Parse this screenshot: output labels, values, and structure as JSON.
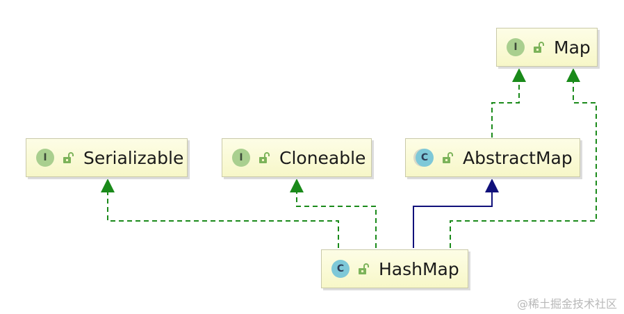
{
  "nodes": {
    "map": {
      "label": "Map",
      "kind": "I"
    },
    "serializable": {
      "label": "Serializable",
      "kind": "I"
    },
    "cloneable": {
      "label": "Cloneable",
      "kind": "I"
    },
    "abstract_map": {
      "label": "AbstractMap",
      "kind": "C"
    },
    "hash_map": {
      "label": "HashMap",
      "kind": "C"
    }
  },
  "edges": [
    {
      "from": "AbstractMap",
      "to": "Map",
      "relation": "implements",
      "style": "dashed",
      "color": "#1a8a1a"
    },
    {
      "from": "HashMap",
      "to": "Serializable",
      "relation": "implements",
      "style": "dashed",
      "color": "#1a8a1a"
    },
    {
      "from": "HashMap",
      "to": "Cloneable",
      "relation": "implements",
      "style": "dashed",
      "color": "#1a8a1a"
    },
    {
      "from": "HashMap",
      "to": "AbstractMap",
      "relation": "extends",
      "style": "solid",
      "color": "#10107a"
    },
    {
      "from": "HashMap",
      "to": "Map",
      "relation": "implements",
      "style": "dashed",
      "color": "#1a8a1a"
    }
  ],
  "colors": {
    "implements": "#1a8a1a",
    "extends": "#10107a",
    "node_fill": "#f7f7c8"
  },
  "watermark": "@稀土掘金技术社区"
}
